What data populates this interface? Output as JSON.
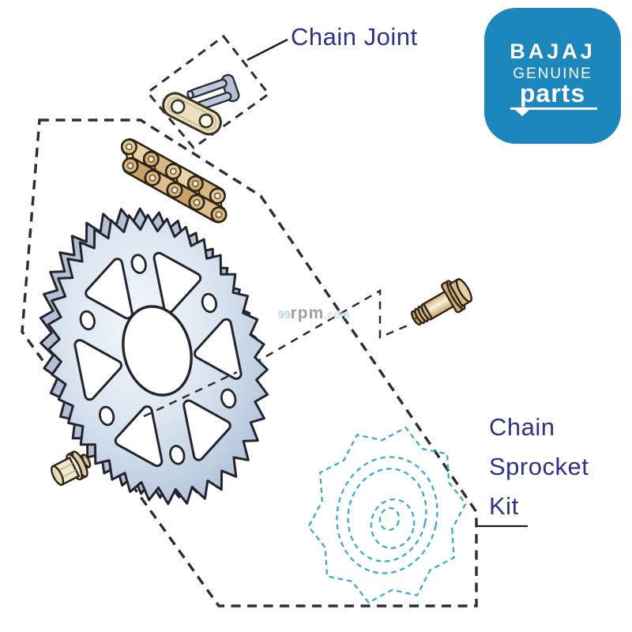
{
  "diagram": {
    "labels": {
      "chain_joint": "Chain Joint",
      "kit_line1": "Chain",
      "kit_line2": "Sprocket",
      "kit_line3": "Kit"
    },
    "watermark": {
      "prefix": "99",
      "name": "rpm",
      "suffix": ".com"
    },
    "logo": {
      "brand": "BAJAJ",
      "genuine": "GENUINE",
      "parts": "parts"
    },
    "colors": {
      "label_blue": "#2e3192",
      "dash_dark": "#2e2e2e",
      "leader_dark": "#1d1d1d",
      "ghost_cyan": "#2fa9d6",
      "sprocket_outline": "#23242e",
      "sprocket_light": "#f3f7fb",
      "sprocket_dark": "#9db2cf",
      "gold_dark": "#c9a265",
      "gold_mid": "#d9b57f",
      "gold_light": "#e8d3a8",
      "cream": "#f0e7d1",
      "steel": "#bec9db",
      "outline_brown": "#2c2414",
      "logo_blue": "#1c87bd",
      "watermark_blue": "#aed6ec",
      "watermark_gray": "#9d9d9d"
    }
  }
}
